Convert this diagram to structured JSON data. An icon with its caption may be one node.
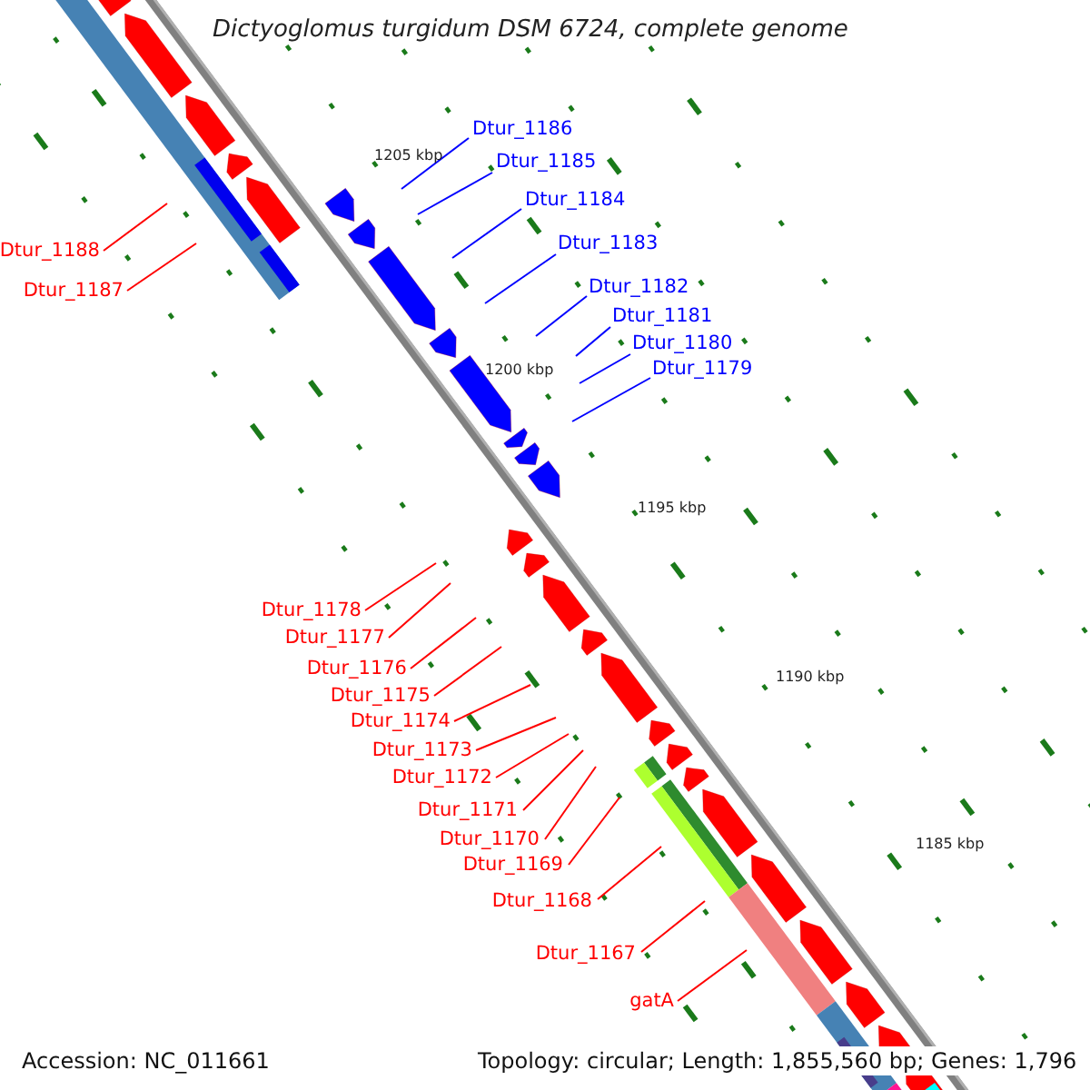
{
  "diagram": {
    "title": "Dictyoglomus turgidum DSM 6724, complete genome",
    "nodes": [
      {
        "text": [
          "Dtur_1186"
        ]
      },
      {
        "text": [
          "Dtur_1185"
        ]
      },
      {
        "text": [
          "Dtur_1184"
        ]
      },
      {
        "text": [
          "Dtur_1183"
        ]
      },
      {
        "text": [
          "Dtur_1188"
        ]
      },
      {
        "text": [
          "Dtur_1182"
        ]
      },
      {
        "text": [
          "Dtur_1187"
        ]
      },
      {
        "text": [
          "Dtur_1181"
        ]
      },
      {
        "text": [
          "Dtur_1180"
        ]
      },
      {
        "text": [
          "Dtur_1179"
        ]
      },
      {
        "text": [
          "Dtur_1178"
        ]
      },
      {
        "text": [
          "Dtur_1177"
        ]
      },
      {
        "text": [
          "Dtur_1176"
        ]
      },
      {
        "text": [
          "Dtur_1175"
        ]
      },
      {
        "text": [
          "Dtur_1174"
        ]
      },
      {
        "text": [
          "Dtur_1173"
        ]
      },
      {
        "text": [
          "Dtur_1172"
        ]
      },
      {
        "text": [
          "Dtur_1171"
        ]
      },
      {
        "text": [
          "Dtur_1170"
        ]
      },
      {
        "text": [
          "Dtur_1169"
        ]
      },
      {
        "text": [
          "Dtur_1168"
        ]
      },
      {
        "text": [
          "Dtur_1167"
        ]
      },
      {
        "text": [
          "gatA"
        ]
      }
    ],
    "edges": [
      {
        "from": 0,
        "to": null,
        "arrow": "none",
        "color": "#0000ff"
      },
      {
        "from": 1,
        "to": null,
        "arrow": "none",
        "color": "#0000ff"
      },
      {
        "from": 2,
        "to": null,
        "arrow": "none",
        "color": "#0000ff"
      },
      {
        "from": 3,
        "to": null,
        "arrow": "none",
        "color": "#0000ff"
      },
      {
        "from": 4,
        "to": null,
        "arrow": "none"
      },
      {
        "from": 5,
        "to": null,
        "arrow": "none",
        "color": "#0000ff"
      },
      {
        "from": 6,
        "to": null,
        "arrow": "none"
      },
      {
        "from": 7,
        "to": null,
        "arrow": "none",
        "color": "#0000ff"
      },
      {
        "from": 8,
        "to": null,
        "arrow": "none",
        "color": "#0000ff"
      },
      {
        "from": 9,
        "to": null,
        "arrow": "none",
        "color": "#0000ff"
      },
      {
        "from": 10,
        "to": null,
        "arrow": "none"
      },
      {
        "from": 11,
        "to": null,
        "arrow": "none"
      },
      {
        "from": 12,
        "to": null,
        "arrow": "none"
      },
      {
        "from": 13,
        "to": null,
        "arrow": "none"
      },
      {
        "from": 14,
        "to": null,
        "arrow": "none"
      },
      {
        "from": 15,
        "to": null,
        "arrow": "none"
      },
      {
        "from": 16,
        "to": null,
        "arrow": "none"
      },
      {
        "from": 17,
        "to": null,
        "arrow": "none"
      },
      {
        "from": 18,
        "to": null,
        "arrow": "none"
      },
      {
        "from": 19,
        "to": null,
        "arrow": "none"
      },
      {
        "from": 20,
        "to": null,
        "arrow": "none"
      },
      {
        "from": 21,
        "to": null,
        "arrow": "none"
      },
      {
        "from": 22,
        "to": null,
        "arrow": "none"
      }
    ],
    "labels": [
      "1205 kbp",
      "1200 kbp",
      "1195 kbp",
      "1190 kbp",
      "1185 kbp",
      "Accession: NC_011661",
      "Topology: circular; Length: 1,855,560 bp; Genes: 1,796"
    ]
  }
}
